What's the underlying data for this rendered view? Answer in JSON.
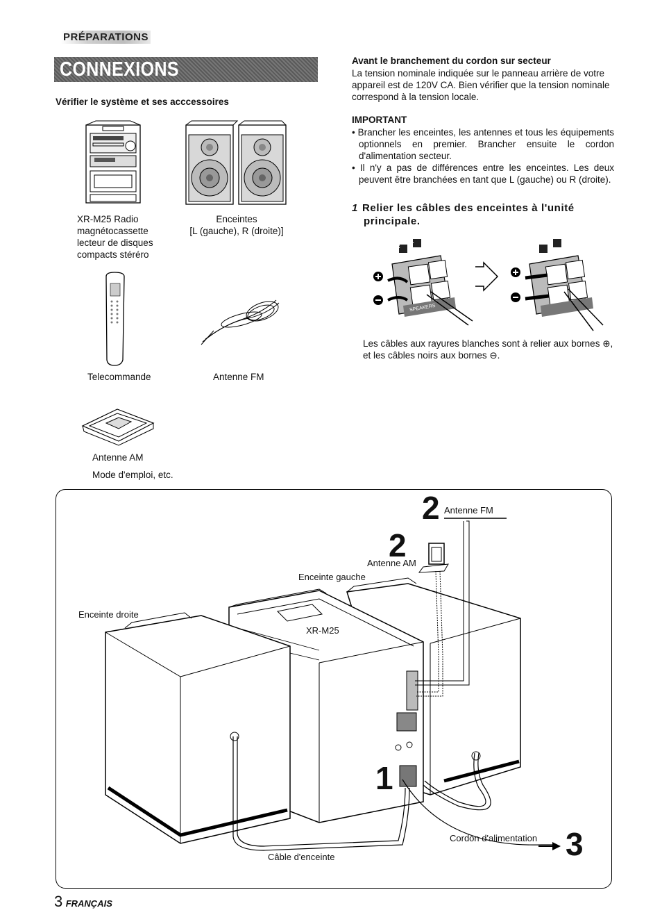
{
  "header": {
    "section": "PRÉPARATIONS",
    "title": "CONNEXIONS"
  },
  "check": {
    "heading": "Vérifier le système et ses acccessoires",
    "unit_label": [
      "XR-M25 Radio",
      "magnétocassette",
      "lecteur de disques",
      "compacts stéréro"
    ],
    "speakers_label": [
      "Enceintes",
      "[L (gauche), R (droite)]"
    ],
    "remote_label": "Telecommande",
    "fm_label": "Antenne FM",
    "am_label": "Antenne AM",
    "manual_label": "Mode d'emploi, etc."
  },
  "power": {
    "heading": "Avant le branchement du cordon sur secteur",
    "text": [
      "La tension nominale indiquée sur le panneau arrière de votre",
      "appareil est de 120V CA. Bien vérifier que la tension nominale",
      "correspond à la tension locale."
    ]
  },
  "important": {
    "heading": "IMPORTANT",
    "bullets": [
      "• Brancher les enceintes, les antennes et tous les équipements optionnels en premier. Brancher ensuite le cordon d'alimentation secteur.",
      "• Il n'y a pas de différences entre les enceintes. Les deux peuvent être branchées en tant que L (gauche) ou R (droite)."
    ]
  },
  "step1": {
    "number": "1",
    "title": [
      "Relier les câbles des enceintes à l'unité",
      "principale."
    ],
    "terminal_r": "R",
    "terminal_l": "L",
    "speaker_tag": "SPEAKERS",
    "caption": [
      "Les câbles aux rayures blanches sont à relier aux bornes ⊕,",
      "et les câbles noirs aux bornes ⊖."
    ]
  },
  "diagram": {
    "fm_num": "2",
    "fm_label": "Antenne FM",
    "am_num": "2",
    "am_label": "Antenne AM",
    "left_speaker": "Enceinte gauche",
    "right_speaker": "Enceinte droite",
    "unit": "XR-M25",
    "step1_num": "1",
    "power_cord": "Cordon d'alimentation",
    "power_num": "3",
    "speaker_cable": "Câble d'enceinte"
  },
  "footer": {
    "page": "3",
    "lang": "FRANÇAIS"
  }
}
